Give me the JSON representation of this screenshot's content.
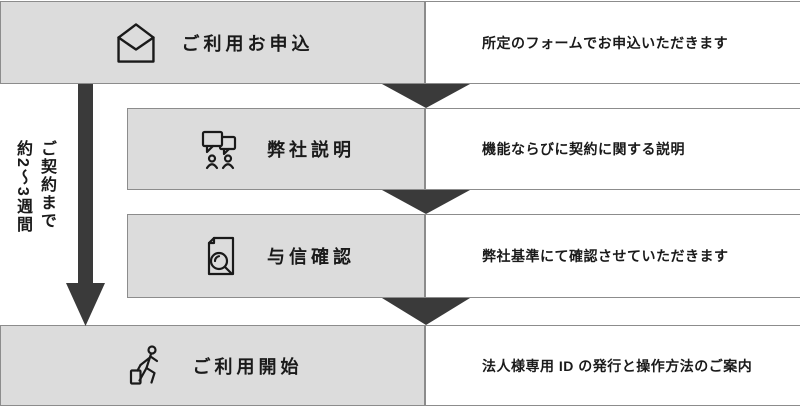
{
  "diagram_title": "",
  "colors": {
    "step_box_fill": "#dcdcdc",
    "border_line": "#8c8c8c",
    "connector_dark": "#3a3a3a",
    "text": "#1a1a1a"
  },
  "timeline": {
    "line1": "ご契約まで",
    "line2": "約2〜3週間"
  },
  "steps": [
    {
      "title": "ご利用お申込",
      "description": "所定のフォームでお申込いただきます",
      "icon": "open-envelope-icon"
    },
    {
      "title": "弊社説明",
      "description": "機能ならびに契約に関する説明",
      "icon": "chat-people-icon"
    },
    {
      "title": "与信確認",
      "description": "弊社基準にて確認させていただきます",
      "icon": "document-magnifier-icon"
    },
    {
      "title": "ご利用開始",
      "description": "法人様専用 ID の発行と操作方法のご案内",
      "icon": "walking-person-suitcase-icon"
    }
  ]
}
